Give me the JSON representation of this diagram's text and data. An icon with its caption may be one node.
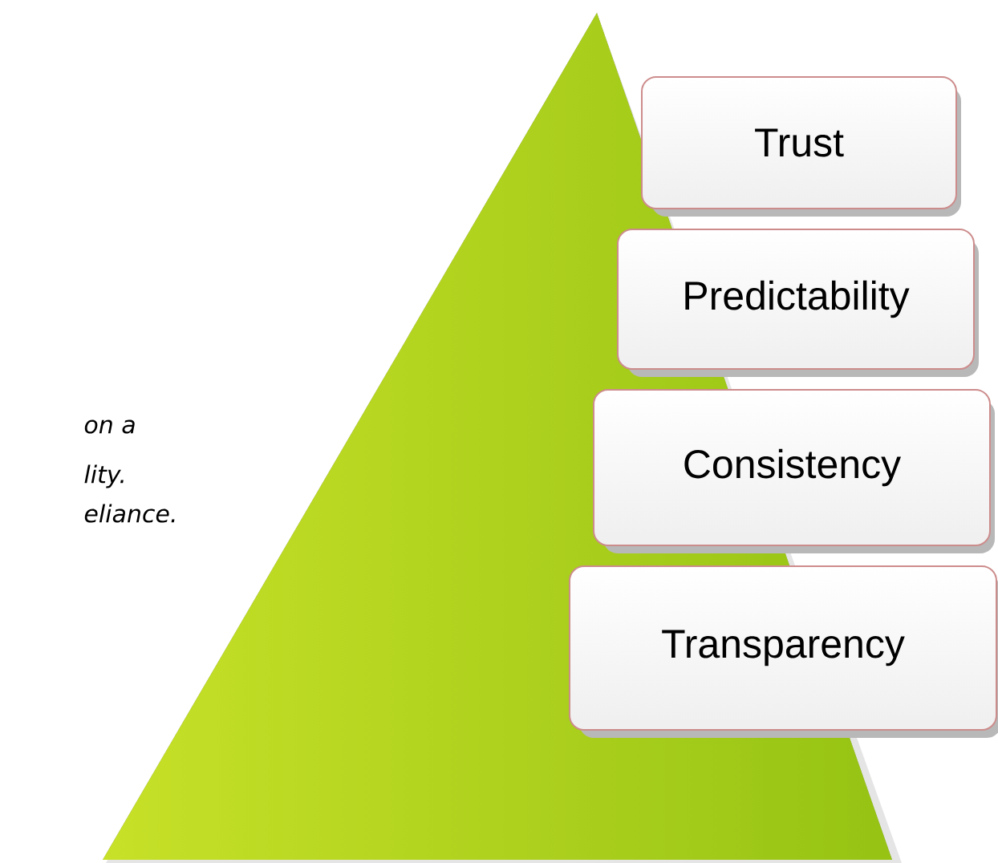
{
  "diagram": {
    "nodes": [
      {
        "text": [
          "Trust"
        ]
      },
      {
        "text": [
          "Predictability"
        ]
      },
      {
        "text": [
          "Consistency"
        ]
      },
      {
        "text": [
          "Transparency"
        ]
      }
    ],
    "labels": [
      "on a",
      "lity.",
      "eliance."
    ]
  }
}
